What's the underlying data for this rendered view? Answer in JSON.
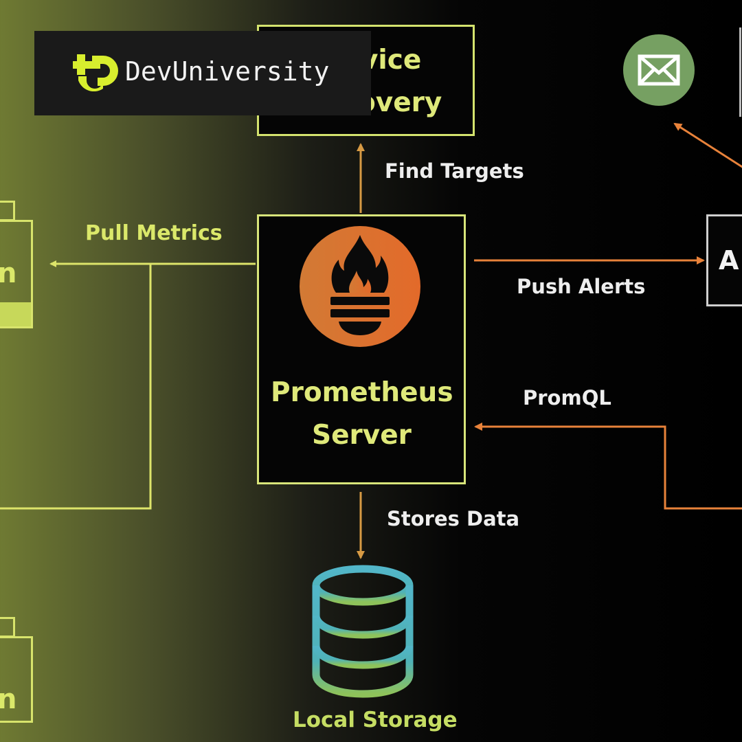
{
  "brand": {
    "name": "DevUniversity",
    "accent": "#d8ee2e"
  },
  "service_discovery": {
    "line1": "vice",
    "line2": "overy"
  },
  "prometheus_server": {
    "line1": "Prometheus",
    "line2": "Server"
  },
  "edges": {
    "find_targets": "Find Targets",
    "pull_metrics": "Pull Metrics",
    "push_alerts": "Push Alerts",
    "promql": "PromQL",
    "stores_data": "Stores Data"
  },
  "local_storage": {
    "label": "Local Storage"
  },
  "alertmanager": {
    "letter": "A"
  },
  "targets": [
    {
      "letter": "n"
    },
    {
      "letter": "n"
    }
  ],
  "icons": {
    "logo": "devuniversity-logo-icon",
    "prometheus": "prometheus-torch-icon",
    "database": "database-icon",
    "email": "envelope-icon"
  },
  "colors": {
    "yellow": "#dbe86a",
    "orange": "#e8823a",
    "storage_cyan": "#52b6c9",
    "storage_green": "#8ec25a",
    "email_green": "#76a062"
  }
}
